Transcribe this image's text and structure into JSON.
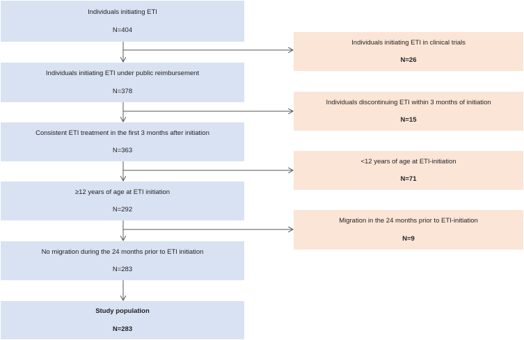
{
  "main_boxes": [
    {
      "text": "Individuals initiating ETI",
      "count": "N=404"
    },
    {
      "text": "Individuals initiating ETI under public reimbursement",
      "count": "N=378"
    },
    {
      "text": "Consistent ETI treatment in the first 3 months after initiation",
      "count": "N=363"
    },
    {
      "text": "≥12 years of age at ETI initiation",
      "count": "N=292"
    },
    {
      "text": "No migration  during the 24 months prior to ETI initiation",
      "count": "N=283"
    },
    {
      "text": "Study population",
      "count": "N=283"
    }
  ],
  "exclusion_boxes": [
    {
      "text": "Individuals initiating ETI in clinical trials",
      "count": "N=26"
    },
    {
      "text": "Individuals discontinuing ETI within 3 months of initiation",
      "count": "N=15"
    },
    {
      "text": "<12 years of age at ETI-initiation",
      "count": "N=71"
    },
    {
      "text": "Migration in the 24 months prior to ETI-initiation",
      "count": "N=9"
    }
  ],
  "colors": {
    "main_box": "#d9e2f3",
    "exclusion_box": "#fbe5d6",
    "arrow": "#555555"
  }
}
